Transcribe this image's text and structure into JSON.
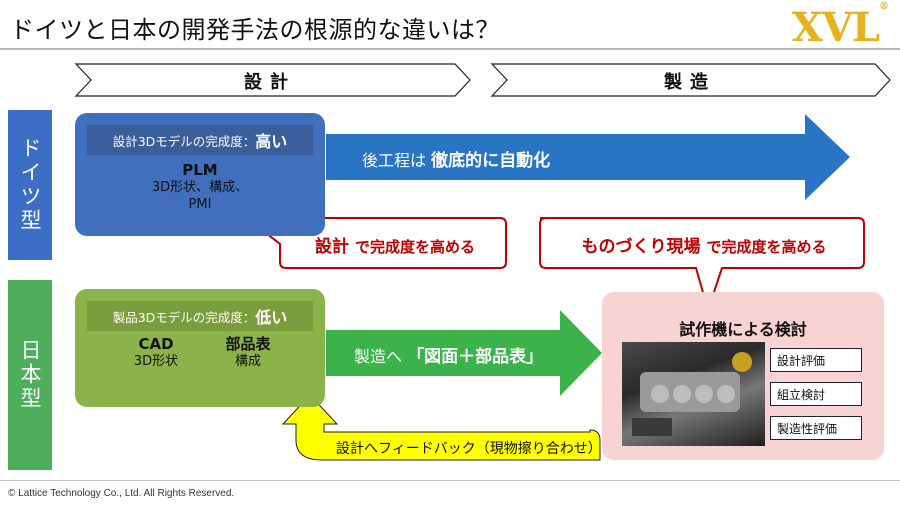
{
  "header": {
    "title": "ドイツと日本の開発手法の根源的な違いは？",
    "logo": "XVL",
    "logo_mark": "®"
  },
  "phases": {
    "design": "設計",
    "manufacturing": "製造"
  },
  "sides": {
    "germany": "ドイツ型",
    "japan": "日本型"
  },
  "germany": {
    "panel_prefix": "設計3Dモデルの完成度：",
    "panel_level": "高い",
    "db_title": "PLM",
    "db_line1": "3D形状、構成、",
    "db_line2": "PMI",
    "arrow_prefix": "後工程は",
    "arrow_emph": "徹底的に自動化"
  },
  "callouts": {
    "design_emph": "設計",
    "design_rest": "で完成度を高める",
    "floor_emph": "ものづくり現場",
    "floor_rest": "で完成度を高める"
  },
  "japan": {
    "panel_prefix": "製品3Dモデルの完成度：",
    "panel_level": "低い",
    "cad_title": "CAD",
    "cad_line": "3D形状",
    "bom_title": "部品表",
    "bom_line": "構成",
    "arrow_prefix": "製造へ",
    "arrow_emph": "「図面＋部品表」",
    "feedback": "設計へフィードバック（現物擦り合わせ）"
  },
  "prototype": {
    "title": "試作機による検討",
    "checks": [
      "設計評価",
      "組立検討",
      "製造性評価"
    ]
  },
  "footer": "© Lattice Technology Co., Ltd. All Rights Reserved.",
  "colors": {
    "germany_blue": "#3b6ec4",
    "japan_green": "#4eae5c",
    "callout_red": "#c00000",
    "feedback_yellow": "#ffff00",
    "logo_gold": "#e6b31e"
  }
}
